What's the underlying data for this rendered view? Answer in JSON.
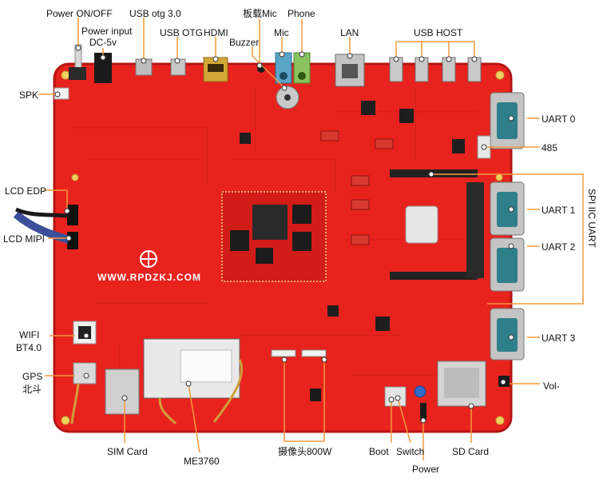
{
  "labels": {
    "power_onoff": "Power ON/OFF",
    "power_input": "Power input",
    "dc5v": "DC-5v",
    "usb_otg30": "USB otg 3.0",
    "usb_otg": "USB OTG",
    "hdmi": "HDMI",
    "board_mic": "板载Mic",
    "buzzer": "Buzzer",
    "mic": "Mic",
    "phone": "Phone",
    "lan": "LAN",
    "usb_host": "USB HOST",
    "spk": "SPK",
    "uart0": "UART 0",
    "rs485": "485",
    "lcd_edp": "LCD EDP",
    "uart1": "UART 1",
    "spi_iic_uart": "SPI IIC UART",
    "lcd_mipi": "LCD MIPI",
    "uart2": "UART 2",
    "wifi": "WIFI",
    "bt": "BT4.0",
    "uart3": "UART 3",
    "gps": "GPS",
    "beidou": "北斗",
    "vol_minus": "Vol-",
    "sim_card": "SIM Card",
    "me3760": "ME3760",
    "camera": "摄像头800W",
    "boot": "Boot",
    "switch": "Switch",
    "power": "Power",
    "sd_card": "SD Card"
  },
  "board_text": {
    "website": "WWW.RPDZKJ.COM"
  },
  "colors": {
    "pcb_red": "#e8231e",
    "pcb_dark": "#b51512",
    "line_orange": "#f39a3c",
    "connector_teal": "#2e7f8a",
    "black_chip": "#1c1c1c",
    "silver": "#cfcfcf"
  }
}
